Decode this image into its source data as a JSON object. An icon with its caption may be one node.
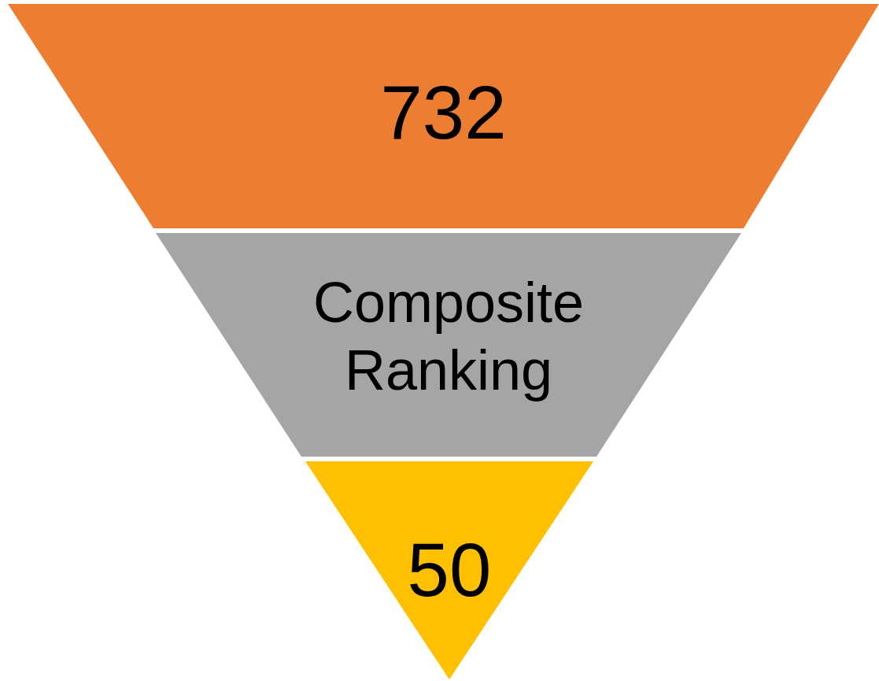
{
  "diagram": {
    "nodes": [
      {
        "text": [
          "732"
        ]
      },
      {
        "text": [
          "Composite Ranking"
        ]
      },
      {
        "text": [
          "50"
        ]
      }
    ]
  }
}
